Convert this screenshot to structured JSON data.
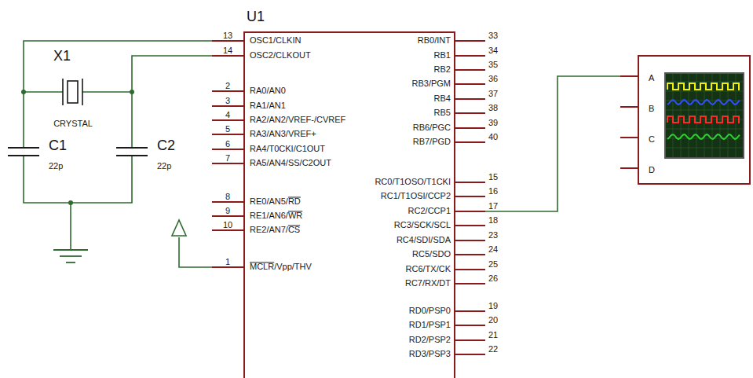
{
  "diagram": {
    "nodes": [
      {
        "text": [
          "U1"
        ]
      },
      {
        "text": [
          "A",
          "B",
          "C",
          "D"
        ]
      }
    ],
    "edges": [
      {
        "from": 0,
        "to": 1,
        "arrow": "none"
      }
    ],
    "labels": [
      "X1",
      "CRYSTAL",
      "C1",
      "22p",
      "C2",
      "22p",
      "13",
      "OSC1/CLKIN",
      "14",
      "OSC2/CLKOUT",
      "2",
      "RA0/AN0",
      "3",
      "RA1/AN1",
      "4",
      "RA2/AN2/VREF-/CVREF",
      "5",
      "RA3/AN3/VREF+",
      "6",
      "RA4/T0CKI/C1OUT",
      "7",
      "RA5/AN4/SS/C2OUT",
      "8",
      "RE0/AN5/RD",
      "9",
      "RE1/AN6/WR",
      "10",
      "RE2/AN7/CS",
      "1",
      "MCLR/Vpp/THV",
      "33",
      "RB0/INT",
      "34",
      "RB1",
      "35",
      "RB2",
      "36",
      "RB3/PGM",
      "37",
      "RB4",
      "38",
      "RB5",
      "39",
      "RB6/PGC",
      "40",
      "RB7/PGD",
      "15",
      "RC0/T1OSO/T1CKI",
      "16",
      "RC1/T1OSI/CCP2",
      "17",
      "RC2/CCP1",
      "18",
      "RC3/SCK/SCL",
      "23",
      "RC4/SDI/SDA",
      "24",
      "RC5/SDO",
      "25",
      "RC6/TX/CK",
      "26",
      "RC7/RX/DT",
      "19",
      "RD0/PSP0",
      "20",
      "RD1/PSP1",
      "21",
      "RD2/PSP2",
      "22",
      "RD3/PSP3"
    ]
  }
}
